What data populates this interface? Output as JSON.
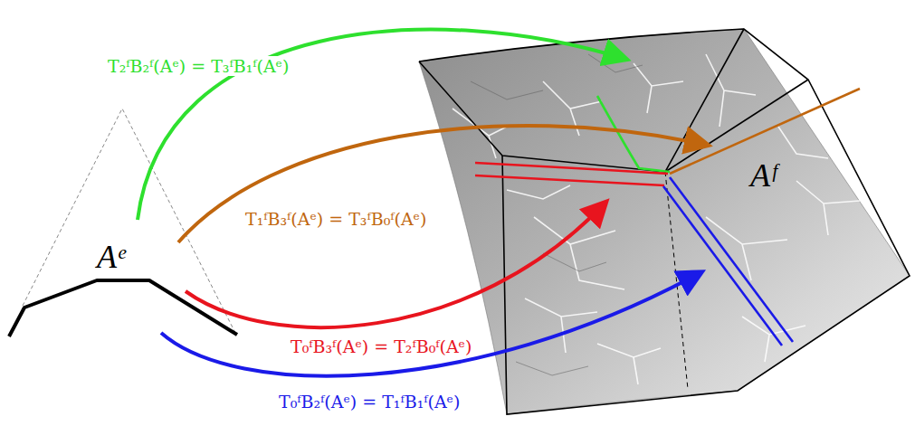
{
  "diagram": {
    "labels": [
      "T₂ᶠB₂ᶠ(Aᵉ) = T₃ᶠB₁ᶠ(Aᵉ)",
      "T₁ᶠB₃ᶠ(Aᵉ) = T₃ᶠB₀ᶠ(Aᵉ)",
      "T₀ᶠB₃ᶠ(Aᵉ) = T₂ᶠB₀ᶠ(Aᵉ)",
      "T₀ᶠB₂ᶠ(Aᵉ) = T₁ᶠB₁ᶠ(Aᵉ)",
      "Aᵉ",
      "Aᶠ"
    ]
  }
}
